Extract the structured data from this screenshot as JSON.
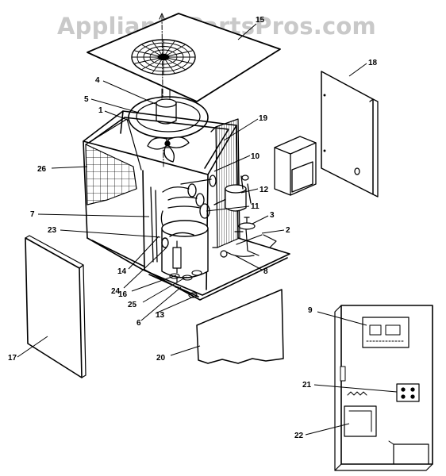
{
  "watermark": "AppliancePartsPros.com",
  "callouts": {
    "c1": "1",
    "c2": "2",
    "c3": "3",
    "c4": "4",
    "c5": "5",
    "c6": "6",
    "c7": "7",
    "c8": "8",
    "c9": "9",
    "c10": "10",
    "c11": "11",
    "c12": "12",
    "c13": "13",
    "c14": "14",
    "c15": "15",
    "c16": "16",
    "c17": "17",
    "c18": "18",
    "c19": "19",
    "c20": "20",
    "c21": "21",
    "c22": "22",
    "c23": "23",
    "c24": "24",
    "c25": "25",
    "c26": "26"
  },
  "colors": {
    "line": "#000000",
    "watermark": "#c9c9c9",
    "background": "#ffffff"
  }
}
